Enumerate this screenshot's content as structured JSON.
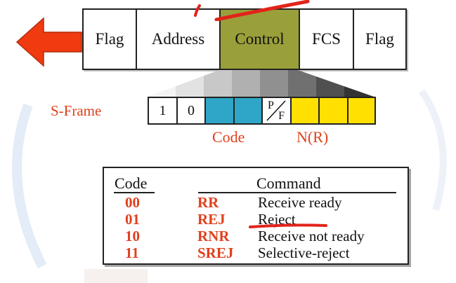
{
  "frame": {
    "fields": [
      {
        "label": "Flag",
        "highlight": false
      },
      {
        "label": "Address",
        "highlight": false
      },
      {
        "label": "Control",
        "highlight": true
      },
      {
        "label": "FCS",
        "highlight": false
      },
      {
        "label": "Flag",
        "highlight": false
      }
    ]
  },
  "sframe": {
    "label": "S-Frame",
    "bits": [
      "1",
      "0",
      "",
      "",
      "P/F",
      "",
      "",
      ""
    ],
    "pf_top": "P",
    "pf_bottom": "F",
    "code_label": "Code",
    "nr_label": "N(R)"
  },
  "table": {
    "header_code": "Code",
    "header_command": "Command",
    "rows": [
      {
        "code": "00",
        "abbr": "RR",
        "command": "Receive ready"
      },
      {
        "code": "01",
        "abbr": "REJ",
        "command": "Reject"
      },
      {
        "code": "10",
        "abbr": "RNR",
        "command": "Receive not ready"
      },
      {
        "code": "11",
        "abbr": "SREJ",
        "command": "Selective-reject"
      }
    ]
  },
  "colors": {
    "accent_red": "#e0401c",
    "control_fill": "#99a03a",
    "code_fill": "#2fa6c8",
    "nr_fill": "#ffe000",
    "arrow": "#f03a10"
  }
}
